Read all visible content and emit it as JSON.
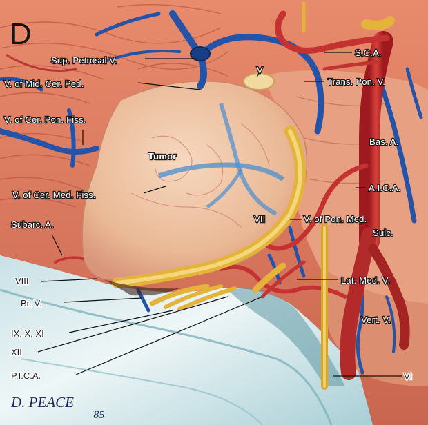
{
  "panel_letter": "D",
  "labels": {
    "sup_petrosal_v": "Sup. Petrosal V.",
    "v_mid_cer_ped": "V. of Mid. Cer. Ped.",
    "v_cer_pon_fiss": "V. of Cer. Pon. Fiss.",
    "tumor": "Tumor",
    "v_cer_med_fiss": "V. of Cer. Med. Fiss.",
    "subarc_a": "Subarc. A.",
    "viii": "VIII",
    "br_v": "Br. V.",
    "ix_x_xi": "IX, X, XI",
    "xii": "XII",
    "pica": "P.I.C.A.",
    "v_cn": "V",
    "sca": "S.C.A.",
    "trans_pon_v": "Trans. Pon. V.",
    "bas_a": "Bas. A.",
    "aica": "A.I.C.A.",
    "vii": "VII",
    "v_pon_med_sulc_1": "V. of Pon. Med.",
    "v_pon_med_sulc_2": "Sulc.",
    "lat_med_v": "Lat. Med. V.",
    "vert_v": "Vert. V.",
    "vi": "VI"
  },
  "signature": "D. PEACE",
  "signature_year": "'85",
  "colors": {
    "cerebellum": "#d9785f",
    "brainstem": "#e7a182",
    "tumor": "#efc2a3",
    "artery": "#c0282a",
    "vein": "#2453a8",
    "nerve": "#e3b33a",
    "bone_light": "#dcebef",
    "bone_shadow": "#6fa7b0"
  }
}
